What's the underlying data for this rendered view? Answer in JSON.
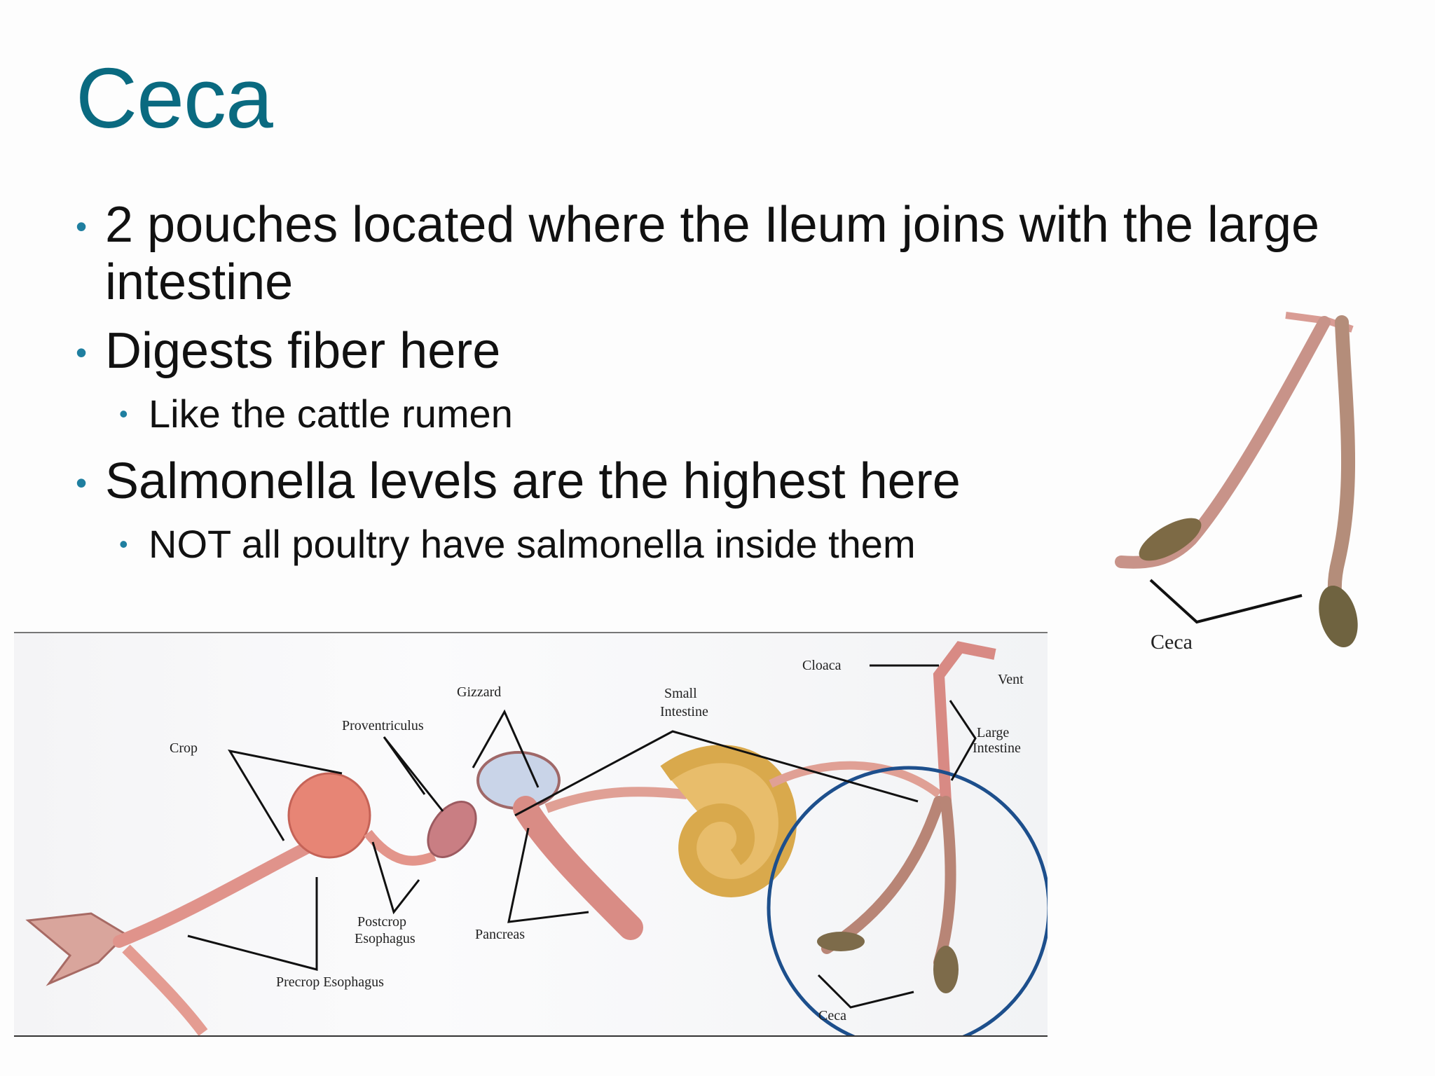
{
  "slide": {
    "title": "Ceca",
    "bullets": [
      {
        "level": 1,
        "text": "2 pouches located where the Ileum joins with the large intestine"
      },
      {
        "level": 1,
        "text": "Digests fiber here"
      },
      {
        "level": 2,
        "text": "Like the cattle rumen"
      },
      {
        "level": 1,
        "text": "Salmonella levels are the highest here"
      },
      {
        "level": 2,
        "text": "NOT all poultry have salmonella inside them"
      }
    ],
    "bullet_glyph": "•"
  },
  "diagram": {
    "labels": {
      "crop": "Crop",
      "proventriculus": "Proventriculus",
      "gizzard": "Gizzard",
      "small_intestine_1": "Small",
      "small_intestine_2": "Intestine",
      "cloaca": "Cloaca",
      "vent": "Vent",
      "large_intestine_1": "Large",
      "large_intestine_2": "Intestine",
      "postcrop_1": "Postcrop",
      "postcrop_2": "Esophagus",
      "pancreas": "Pancreas",
      "precrop": "Precrop Esophagus",
      "ceca": "Ceca"
    },
    "circle_color": "#1d4f8c"
  },
  "photo": {
    "label": "Ceca"
  }
}
